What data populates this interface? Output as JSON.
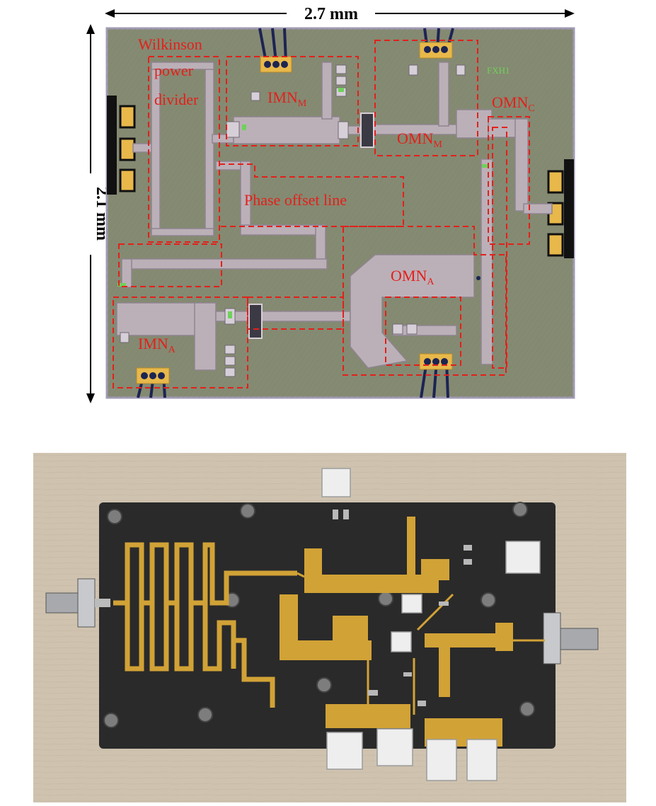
{
  "colors": {
    "die_background": "#858a72",
    "trace": "#bcb0b8",
    "trace_stroke": "#8e8490",
    "pad_gold": "#e8b84a",
    "label_red": "#e3201b",
    "box_dash": "#e3201b",
    "chip_marker": "#6fd15a",
    "bond_wire": "#1c2453",
    "pcb_board": "#2a2a2a",
    "pcb_gold": "#d1a236",
    "photo_background": "#cfc3b0"
  },
  "die": {
    "width_label": "2.7 mm",
    "height_label": "2.1 mm",
    "chip_marking": "FXH1",
    "labels": {
      "wilkinson_line1": "Wilkinson",
      "wilkinson_line2": "power",
      "wilkinson_line3": "divider",
      "imn_m_main": "IMN",
      "imn_m_sub": "M",
      "omn_m_main": "OMN",
      "omn_m_sub": "M",
      "omn_c_main": "OMN",
      "omn_c_sub": "C",
      "phase_offset": "Phase offset line",
      "omn_a_main": "OMN",
      "omn_a_sub": "A",
      "imn_a_main": "IMN",
      "imn_a_sub": "A"
    }
  }
}
